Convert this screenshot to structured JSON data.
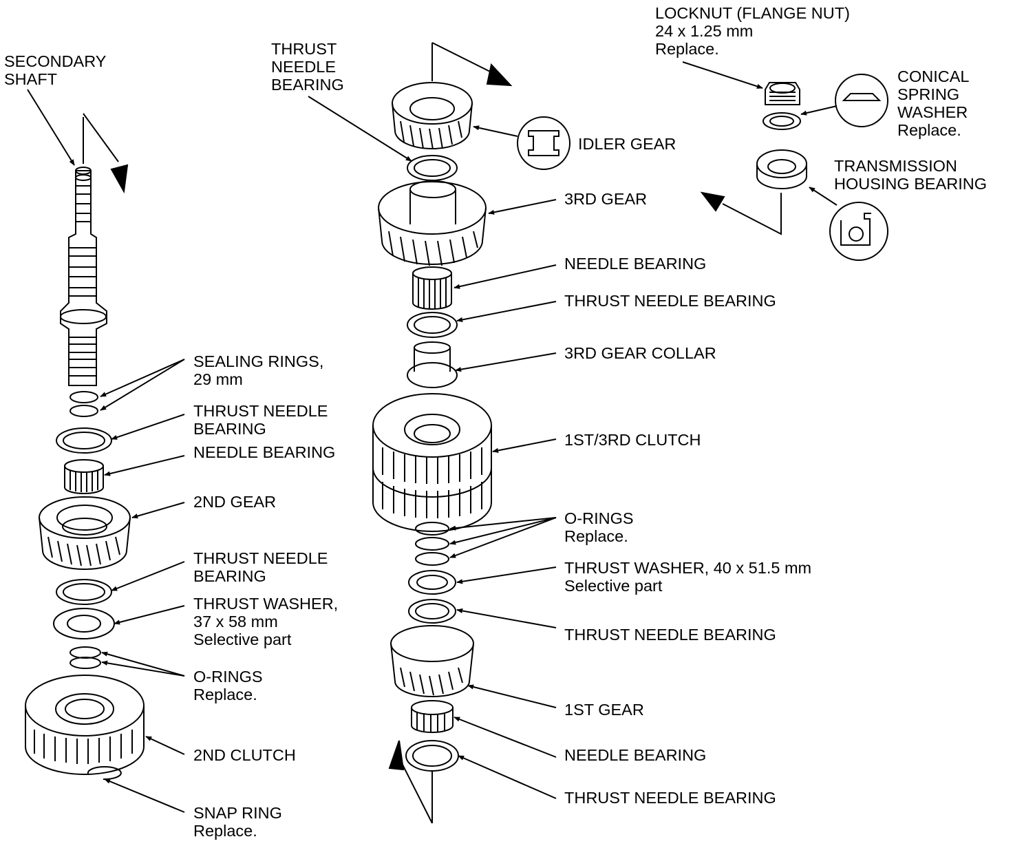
{
  "labels": {
    "secondary_shaft": [
      "SECONDARY",
      "SHAFT"
    ],
    "thrust_needle_bearing_top": [
      "THRUST",
      "NEEDLE",
      "BEARING"
    ],
    "locknut": [
      "LOCKNUT (FLANGE NUT)",
      "24 x 1.25 mm",
      "Replace."
    ],
    "conical_spring_washer": [
      "CONICAL",
      "SPRING",
      "WASHER",
      "Replace."
    ],
    "idler_gear": [
      "IDLER GEAR"
    ],
    "transmission_housing_bearing": [
      "TRANSMISSION",
      "HOUSING BEARING"
    ],
    "third_gear": [
      "3RD GEAR"
    ],
    "needle_bearing_mid": [
      "NEEDLE BEARING"
    ],
    "thrust_needle_bearing_mid": [
      "THRUST NEEDLE BEARING"
    ],
    "third_gear_collar": [
      "3RD GEAR COLLAR"
    ],
    "clutch_1st_3rd": [
      "1ST/3RD CLUTCH"
    ],
    "o_rings_center": [
      "O-RINGS",
      "Replace."
    ],
    "thrust_washer_center": [
      "THRUST WASHER, 40 x 51.5 mm",
      "Selective part"
    ],
    "thrust_needle_bearing_center_low": [
      "THRUST NEEDLE BEARING"
    ],
    "first_gear": [
      "1ST GEAR"
    ],
    "needle_bearing_low": [
      "NEEDLE BEARING"
    ],
    "thrust_needle_bearing_bottom": [
      "THRUST NEEDLE BEARING"
    ],
    "sealing_rings": [
      "SEALING RINGS,",
      "29 mm"
    ],
    "thrust_needle_bearing_left_1": [
      "THRUST NEEDLE",
      "BEARING"
    ],
    "needle_bearing_left": [
      "NEEDLE BEARING"
    ],
    "second_gear": [
      "2ND GEAR"
    ],
    "thrust_needle_bearing_left_2": [
      "THRUST NEEDLE",
      "BEARING"
    ],
    "thrust_washer_left": [
      "THRUST WASHER,",
      "37 x 58 mm",
      "Selective part"
    ],
    "o_rings_left": [
      "O-RINGS",
      "Replace."
    ],
    "second_clutch": [
      "2ND CLUTCH"
    ],
    "snap_ring": [
      "SNAP RING",
      "Replace."
    ]
  },
  "colors": {
    "ink": "#000000",
    "paper": "#ffffff"
  }
}
